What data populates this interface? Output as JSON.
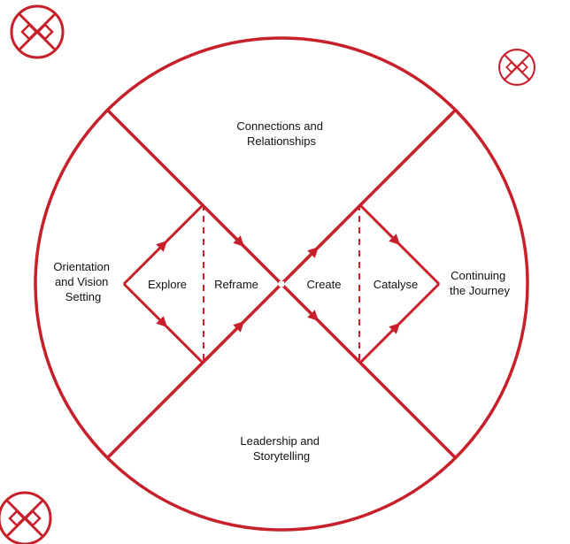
{
  "colors": {
    "accent": "#c8202a",
    "text": "#111111",
    "background": "#ffffff"
  },
  "icons": [
    "framework-logo-icon",
    "framework-logo-icon",
    "framework-logo-icon"
  ],
  "diagram": {
    "sections": {
      "top": [
        "Connections and",
        "Relationships"
      ],
      "left": [
        "Orientation",
        "and Vision",
        "Setting"
      ],
      "right": [
        "Continuing",
        "the Journey"
      ],
      "bottom": [
        "Leadership and",
        "Storytelling"
      ]
    },
    "phases": {
      "explore": "Explore",
      "reframe": "Reframe",
      "create": "Create",
      "catalyse": "Catalyse"
    }
  }
}
